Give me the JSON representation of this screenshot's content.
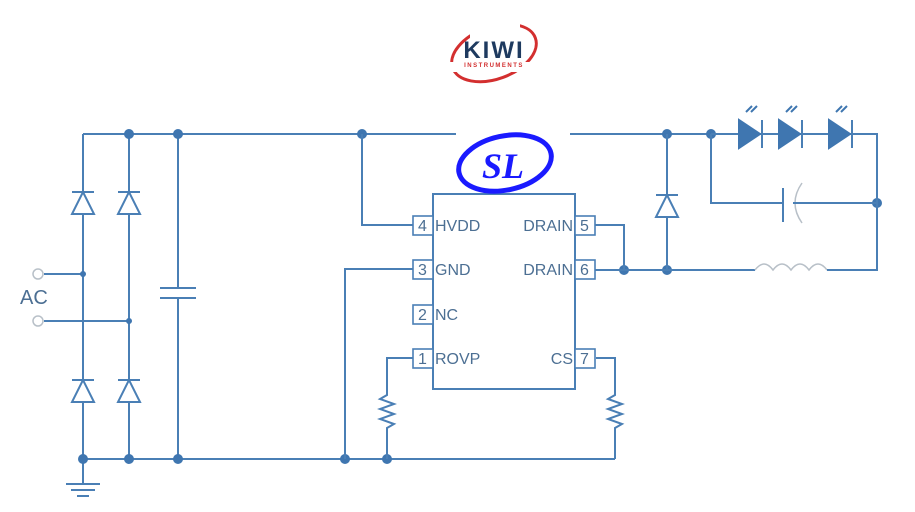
{
  "logos": {
    "kiwi": {
      "name": "KIWI",
      "subtitle": "INSTRUMENTS",
      "text_color": "#1e3a5f",
      "swoosh_color": "#d32f2f"
    },
    "sl": {
      "name": "SL",
      "color": "#1a1aff"
    }
  },
  "ac_label": "AC",
  "ic": {
    "pins": [
      {
        "num": "4",
        "label": "HVDD"
      },
      {
        "num": "3",
        "label": "GND"
      },
      {
        "num": "2",
        "label": "NC"
      },
      {
        "num": "1",
        "label": "ROVP"
      },
      {
        "num": "5",
        "label": "DRAIN"
      },
      {
        "num": "6",
        "label": "DRAIN"
      },
      {
        "num": "7",
        "label": "CS"
      }
    ]
  },
  "colors": {
    "wire": "#4a7fb5",
    "node": "#3f76b0",
    "text": "#4c6f93"
  }
}
